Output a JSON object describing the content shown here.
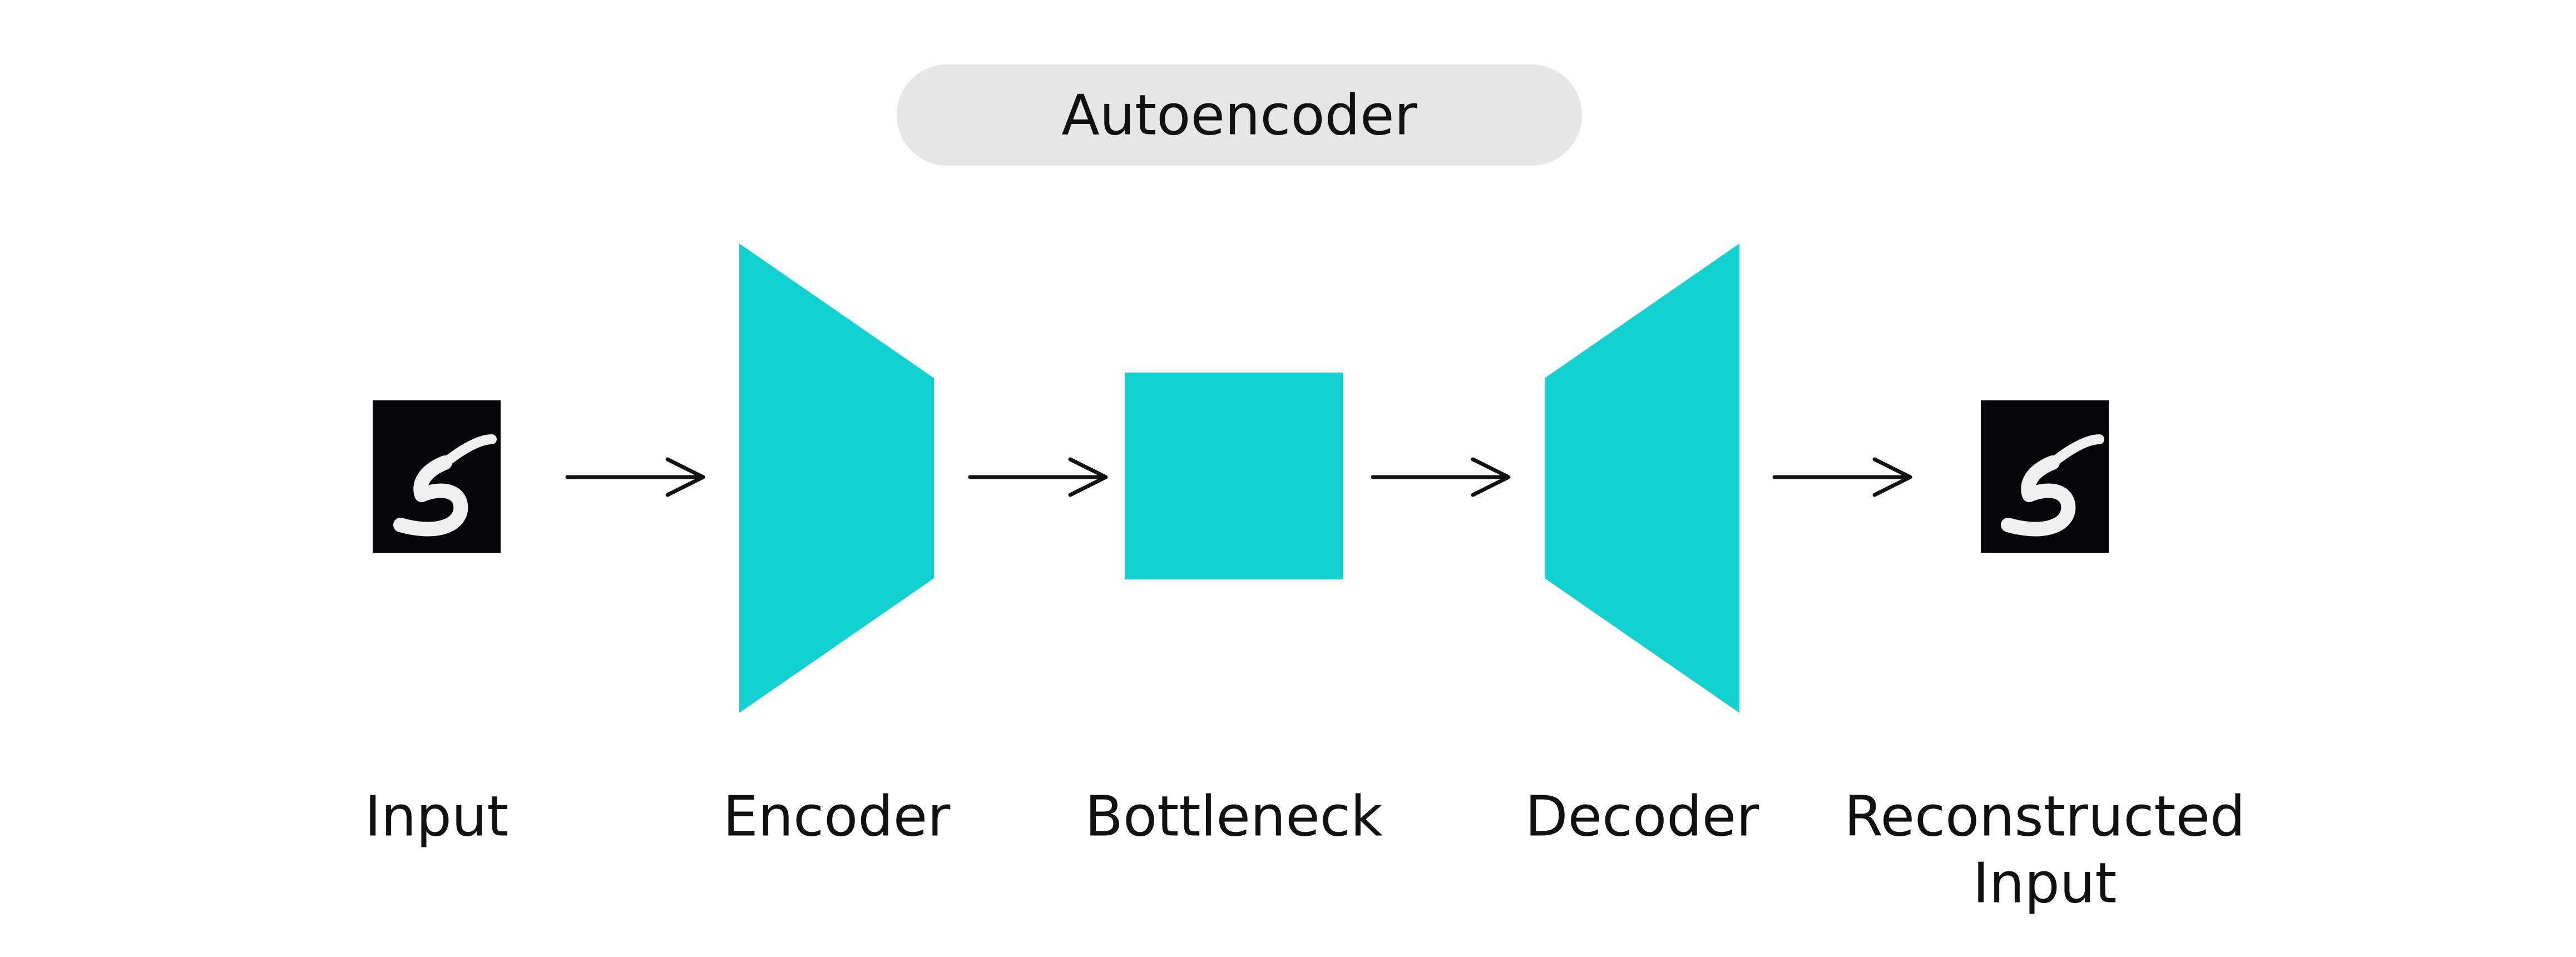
{
  "title": "Autoencoder",
  "colors": {
    "block": "#11D1D1",
    "pill": "#E6E6E6",
    "text": "#111111",
    "digit_bg": "#050608",
    "digit_stroke": "#F0F0F0"
  },
  "stages": {
    "input": {
      "label": "Input",
      "digit": "5"
    },
    "encoder": {
      "label": "Encoder"
    },
    "bottleneck": {
      "label": "Bottleneck"
    },
    "decoder": {
      "label": "Decoder"
    },
    "output": {
      "label_line1": "Reconstructed",
      "label_line2": "Input",
      "digit": "5"
    }
  }
}
